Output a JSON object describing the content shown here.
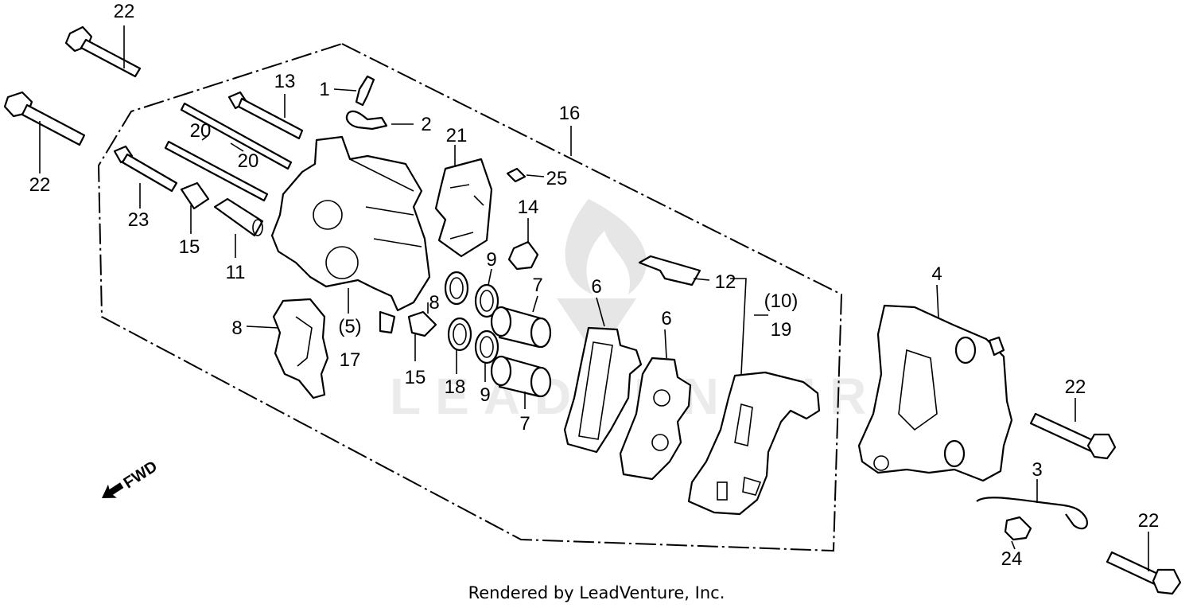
{
  "watermark": {
    "text": "LEADVENTURE"
  },
  "direction_arrow": {
    "label": "FWD"
  },
  "callouts": {
    "c1": "1",
    "c2": "2",
    "c3": "3",
    "c4": "4",
    "c5": "(5)",
    "c6a": "6",
    "c6b": "6",
    "c7a": "7",
    "c7b": "7",
    "c8a": "8",
    "c8b": "8",
    "c9a": "9",
    "c9b": "9",
    "c10": "(10)",
    "c11": "11",
    "c12": "12",
    "c13": "13",
    "c14": "14",
    "c15a": "15",
    "c15b": "15",
    "c16": "16",
    "c17": "17",
    "c18": "18",
    "c19": "19",
    "c20a": "20",
    "c20b": "20",
    "c21": "21",
    "c22a": "22",
    "c22b": "22",
    "c22c": "22",
    "c22d": "22",
    "c23": "23",
    "c24": "24",
    "c25": "25"
  },
  "footer": {
    "text": "Rendered by LeadVenture, Inc."
  }
}
